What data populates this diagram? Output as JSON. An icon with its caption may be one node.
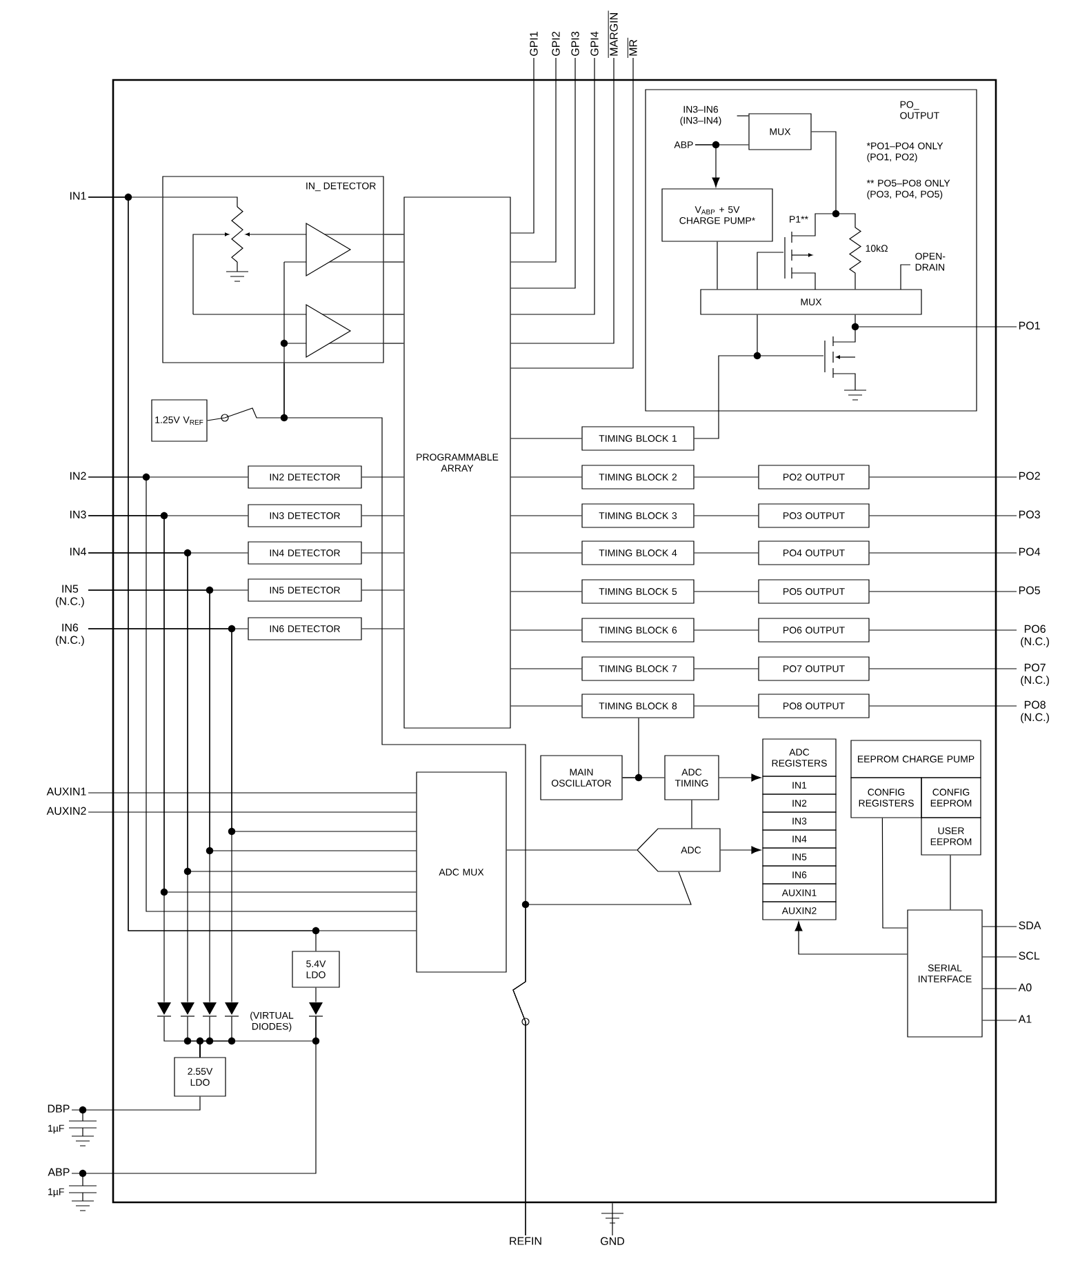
{
  "diagram": {
    "nodes": [
      {
        "text": [],
        "shape": "box"
      },
      {
        "text": [
          "IN_ DETECTOR"
        ],
        "in": 0
      },
      {
        "text": [
          "PROGRAMMABLE ARRAY"
        ],
        "in": 0
      },
      {
        "text": [
          "1.25V V$_{REF}$"
        ],
        "in": 0
      },
      {
        "text": [
          "IN2 DETECTOR"
        ],
        "in": 0
      },
      {
        "text": [
          "IN3 DETECTOR"
        ],
        "in": 0
      },
      {
        "text": [
          "IN4 DETECTOR"
        ],
        "in": 0
      },
      {
        "text": [
          "IN5 DETECTOR"
        ],
        "in": 0
      },
      {
        "text": [
          "IN6 DETECTOR"
        ],
        "in": 0
      },
      {
        "text": [
          "PO_ OUTPUT",
          "*PO1–PO4 ONLY (PO1, PO2)",
          "** PO5–PO8 ONLY (PO3, PO4, PO5)"
        ],
        "in": 0
      },
      {
        "text": [
          "MUX"
        ],
        "in": 9
      },
      {
        "text": [
          "V$_{ABP}$ + 5V CHARGE PUMP*"
        ],
        "in": 9
      },
      {
        "text": [
          "MUX"
        ],
        "in": 9
      },
      {
        "text": [
          "TIMING BLOCK 1"
        ],
        "in": 0
      },
      {
        "text": [
          "TIMING BLOCK 2"
        ],
        "in": 0
      },
      {
        "text": [
          "TIMING BLOCK 3"
        ],
        "in": 0
      },
      {
        "text": [
          "TIMING BLOCK 4"
        ],
        "in": 0
      },
      {
        "text": [
          "TIMING BLOCK 5"
        ],
        "in": 0
      },
      {
        "text": [
          "TIMING BLOCK 6"
        ],
        "in": 0
      },
      {
        "text": [
          "TIMING BLOCK 7"
        ],
        "in": 0
      },
      {
        "text": [
          "TIMING BLOCK 8"
        ],
        "in": 0
      },
      {
        "text": [
          "PO2 OUTPUT"
        ],
        "in": 0
      },
      {
        "text": [
          "PO3 OUTPUT"
        ],
        "in": 0
      },
      {
        "text": [
          "PO4 OUTPUT"
        ],
        "in": 0
      },
      {
        "text": [
          "PO5 OUTPUT"
        ],
        "in": 0
      },
      {
        "text": [
          "PO6 OUTPUT"
        ],
        "in": 0
      },
      {
        "text": [
          "PO7 OUTPUT"
        ],
        "in": 0
      },
      {
        "text": [
          "PO8 OUTPUT"
        ],
        "in": 0
      },
      {
        "text": [
          "MAIN OSCILLATOR"
        ],
        "in": 0
      },
      {
        "text": [
          "ADC TIMING"
        ],
        "in": 0
      },
      {
        "text": [
          "ADC REGISTERS",
          "IN1",
          "IN2",
          "IN3",
          "IN4",
          "IN5",
          "IN6",
          "AUXIN1",
          "AUXIN2"
        ],
        "in": 0
      },
      {
        "text": [
          "EEPROM CHARGE PUMP",
          "CONFIG REGISTERS",
          "CONFIG EEPROM",
          "USER EEPROM"
        ],
        "in": 0
      },
      {
        "text": [
          "ADC MUX"
        ],
        "in": 0
      },
      {
        "text": [
          "ADC"
        ],
        "in": 0
      },
      {
        "text": [
          "SERIAL INTERFACE"
        ],
        "in": 0
      },
      {
        "text": [
          "5.4V LDO"
        ],
        "in": 0
      },
      {
        "text": [
          "2.55V LDO"
        ],
        "in": 0
      },
      {
        "text": [
          "IN1"
        ]
      },
      {
        "text": [
          "IN2"
        ]
      },
      {
        "text": [
          "IN3"
        ]
      },
      {
        "text": [
          "IN4"
        ]
      },
      {
        "text": [
          "IN5 (N.C.)"
        ]
      },
      {
        "text": [
          "IN6 (N.C.)"
        ]
      },
      {
        "text": [
          "AUXIN1"
        ]
      },
      {
        "text": [
          "AUXIN2"
        ]
      },
      {
        "text": [
          "DBP"
        ]
      },
      {
        "text": [
          "ABP"
        ]
      },
      {
        "text": [
          "GPI1"
        ]
      },
      {
        "text": [
          "GPI2"
        ]
      },
      {
        "text": [
          "GPI3"
        ]
      },
      {
        "text": [
          "GPI4"
        ]
      },
      {
        "text": [
          "MARGIN"
        ]
      },
      {
        "text": [
          "MR"
        ]
      },
      {
        "text": [
          "PO1"
        ]
      },
      {
        "text": [
          "PO2"
        ]
      },
      {
        "text": [
          "PO3"
        ]
      },
      {
        "text": [
          "PO4"
        ]
      },
      {
        "text": [
          "PO5"
        ]
      },
      {
        "text": [
          "PO6 (N.C.)"
        ]
      },
      {
        "text": [
          "PO7 (N.C.)"
        ]
      },
      {
        "text": [
          "PO8 (N.C.)"
        ]
      },
      {
        "text": [
          "SDA"
        ]
      },
      {
        "text": [
          "SCL"
        ]
      },
      {
        "text": [
          "A0"
        ]
      },
      {
        "text": [
          "A1"
        ]
      },
      {
        "text": [
          "REFIN"
        ]
      },
      {
        "text": [
          "GND"
        ]
      },
      {
        "text": [
          "IN3–IN6 (IN3–IN4)"
        ],
        "in": 9
      },
      {
        "text": [
          "ABP"
        ],
        "in": 9
      },
      {
        "text": [],
        "shape": "triangle",
        "in": 0
      },
      {
        "text": [],
        "shape": "triangle",
        "in": 0
      },
      {
        "text": [],
        "shape": "triangle",
        "in": 0
      },
      {
        "text": [],
        "shape": "triangle",
        "in": 0
      },
      {
        "text": [],
        "shape": "triangle",
        "in": 0
      }
    ],
    "edges": [
      {
        "from": 37,
        "to": 1,
        "arrow": "none"
      },
      {
        "from": 37,
        "to": 32,
        "arrow": "none"
      },
      {
        "from": 37,
        "to": 35,
        "arrow": "none"
      },
      {
        "from": 38,
        "to": 4,
        "arrow": "none"
      },
      {
        "from": 38,
        "to": 32,
        "arrow": "none"
      },
      {
        "from": 39,
        "to": 5,
        "arrow": "none"
      },
      {
        "from": 39,
        "to": 32,
        "arrow": "none"
      },
      {
        "from": 39,
        "to": 69,
        "arrow": "none"
      },
      {
        "from": 40,
        "to": 6,
        "arrow": "none"
      },
      {
        "from": 40,
        "to": 32,
        "arrow": "none"
      },
      {
        "from": 40,
        "to": 70,
        "arrow": "none"
      },
      {
        "from": 41,
        "to": 7,
        "arrow": "none"
      },
      {
        "from": 41,
        "to": 32,
        "arrow": "none"
      },
      {
        "from": 41,
        "to": 71,
        "arrow": "none"
      },
      {
        "from": 42,
        "to": 8,
        "arrow": "none"
      },
      {
        "from": 42,
        "to": 32,
        "arrow": "none"
      },
      {
        "from": 42,
        "to": 72,
        "arrow": "none"
      },
      {
        "from": 43,
        "to": 32,
        "arrow": "none"
      },
      {
        "from": 44,
        "to": 32,
        "arrow": "none"
      },
      {
        "from": 35,
        "to": 73,
        "arrow": "none"
      },
      {
        "from": 73,
        "to": 46,
        "arrow": "none"
      },
      {
        "from": 36,
        "to": 45,
        "arrow": "none"
      },
      {
        "from": 3,
        "to": 1,
        "arrow": "none"
      },
      {
        "from": 65,
        "to": 1,
        "arrow": "none"
      },
      {
        "from": 33,
        "to": 65,
        "arrow": "none"
      },
      {
        "from": 1,
        "to": 2,
        "arrow": "none"
      },
      {
        "from": 1,
        "to": 2,
        "arrow": "none"
      },
      {
        "from": 1,
        "to": 2,
        "arrow": "none"
      },
      {
        "from": 1,
        "to": 2,
        "arrow": "none"
      },
      {
        "from": 4,
        "to": 2,
        "arrow": "none"
      },
      {
        "from": 5,
        "to": 2,
        "arrow": "none"
      },
      {
        "from": 6,
        "to": 2,
        "arrow": "none"
      },
      {
        "from": 7,
        "to": 2,
        "arrow": "none"
      },
      {
        "from": 8,
        "to": 2,
        "arrow": "none"
      },
      {
        "from": 2,
        "to": 13,
        "arrow": "none"
      },
      {
        "from": 2,
        "to": 14,
        "arrow": "none"
      },
      {
        "from": 2,
        "to": 15,
        "arrow": "none"
      },
      {
        "from": 2,
        "to": 16,
        "arrow": "none"
      },
      {
        "from": 2,
        "to": 17,
        "arrow": "none"
      },
      {
        "from": 2,
        "to": 18,
        "arrow": "none"
      },
      {
        "from": 2,
        "to": 19,
        "arrow": "none"
      },
      {
        "from": 2,
        "to": 20,
        "arrow": "none"
      },
      {
        "from": 13,
        "to": 12,
        "arrow": "none"
      },
      {
        "from": 14,
        "to": 21,
        "arrow": "none"
      },
      {
        "from": 15,
        "to": 22,
        "arrow": "none"
      },
      {
        "from": 16,
        "to": 23,
        "arrow": "none"
      },
      {
        "from": 17,
        "to": 24,
        "arrow": "none"
      },
      {
        "from": 18,
        "to": 25,
        "arrow": "none"
      },
      {
        "from": 19,
        "to": 26,
        "arrow": "none"
      },
      {
        "from": 20,
        "to": 27,
        "arrow": "none"
      },
      {
        "from": 21,
        "to": 54,
        "arrow": "none"
      },
      {
        "from": 22,
        "to": 55,
        "arrow": "none"
      },
      {
        "from": 23,
        "to": 56,
        "arrow": "none"
      },
      {
        "from": 24,
        "to": 57,
        "arrow": "none"
      },
      {
        "from": 25,
        "to": 58,
        "arrow": "none"
      },
      {
        "from": 26,
        "to": 59,
        "arrow": "none"
      },
      {
        "from": 27,
        "to": 60,
        "arrow": "none"
      },
      {
        "from": 12,
        "to": 53,
        "arrow": "none"
      },
      {
        "from": 10,
        "to": 12,
        "arrow": "none"
      },
      {
        "from": 11,
        "to": 12,
        "arrow": "none"
      },
      {
        "from": 67,
        "to": 10,
        "arrow": "none"
      },
      {
        "from": 68,
        "to": 10,
        "arrow": "none"
      },
      {
        "from": 68,
        "to": 11,
        "arrow": "to"
      },
      {
        "from": 47,
        "to": 2,
        "arrow": "none"
      },
      {
        "from": 48,
        "to": 2,
        "arrow": "none"
      },
      {
        "from": 49,
        "to": 2,
        "arrow": "none"
      },
      {
        "from": 50,
        "to": 2,
        "arrow": "none"
      },
      {
        "from": 51,
        "to": 2,
        "arrow": "none"
      },
      {
        "from": 52,
        "to": 2,
        "arrow": "none"
      },
      {
        "from": 28,
        "to": 29,
        "arrow": "none"
      },
      {
        "from": 28,
        "to": 20,
        "arrow": "none"
      },
      {
        "from": 29,
        "to": 30,
        "arrow": "to"
      },
      {
        "from": 29,
        "to": 33,
        "arrow": "none"
      },
      {
        "from": 33,
        "to": 30,
        "arrow": "to"
      },
      {
        "from": 32,
        "to": 33,
        "arrow": "none"
      },
      {
        "from": 34,
        "to": 30,
        "arrow": "to"
      },
      {
        "from": 31,
        "to": 34,
        "arrow": "none"
      },
      {
        "from": 31,
        "to": 34,
        "arrow": "none"
      },
      {
        "from": 34,
        "to": 61,
        "arrow": "none"
      },
      {
        "from": 34,
        "to": 62,
        "arrow": "none"
      },
      {
        "from": 34,
        "to": 63,
        "arrow": "none"
      },
      {
        "from": 34,
        "to": 64,
        "arrow": "none"
      },
      {
        "from": 66,
        "to": 0,
        "arrow": "none"
      },
      {
        "from": 69,
        "to": 36,
        "arrow": "none"
      },
      {
        "from": 70,
        "to": 36,
        "arrow": "none"
      },
      {
        "from": 71,
        "to": 36,
        "arrow": "none"
      },
      {
        "from": 72,
        "to": 36,
        "arrow": "none"
      },
      {
        "from": 73,
        "to": 36,
        "arrow": "none"
      }
    ],
    "labels": [
      "P1**",
      "10kΩ",
      "OPEN- DRAIN",
      "(VIRTUAL DIODES)",
      "1µF",
      "1µF"
    ]
  }
}
